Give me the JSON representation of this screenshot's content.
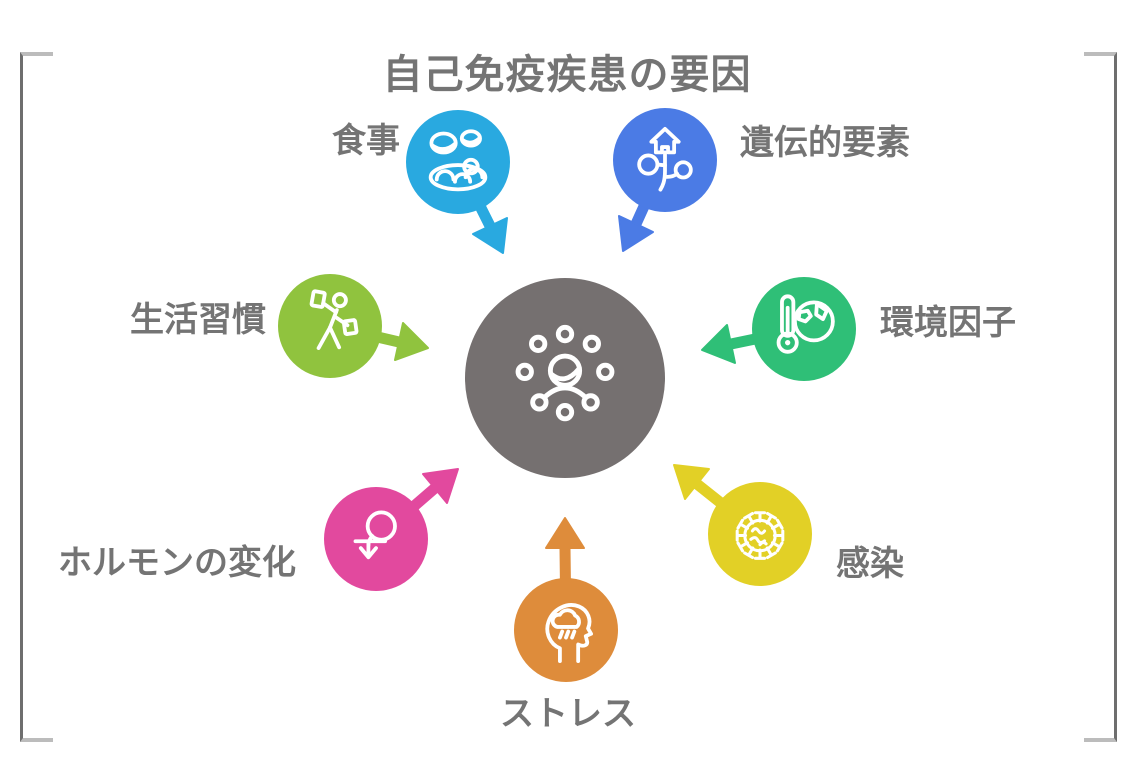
{
  "title": "自己免疫疾患の要因",
  "colors": {
    "text": "#747474",
    "background": "#ffffff",
    "frame_vertical": "#6e6e6e",
    "frame_cap": "#bcbcbc"
  },
  "center": {
    "icon": "person-surrounded-by-immune-cells-icon",
    "color": "#757070"
  },
  "factors": [
    {
      "id": "diet",
      "label": "食事",
      "color": "#29a9e0",
      "icon": "meal-icon"
    },
    {
      "id": "genetics",
      "label": "遺伝的要素",
      "color": "#4b7be5",
      "icon": "heredity-icon"
    },
    {
      "id": "lifestyle",
      "label": "生活習慣",
      "color": "#90c33e",
      "icon": "exercise-icon"
    },
    {
      "id": "environment",
      "label": "環境因子",
      "color": "#2fbf77",
      "icon": "thermometer-globe-icon"
    },
    {
      "id": "hormones",
      "label": "ホルモンの変化",
      "color": "#e2499e",
      "icon": "hormone-icon"
    },
    {
      "id": "infection",
      "label": "感染",
      "color": "#e2d026",
      "icon": "virus-icon"
    },
    {
      "id": "stress",
      "label": "ストレス",
      "color": "#de8c3b",
      "icon": "head-rain-cloud-icon"
    }
  ]
}
